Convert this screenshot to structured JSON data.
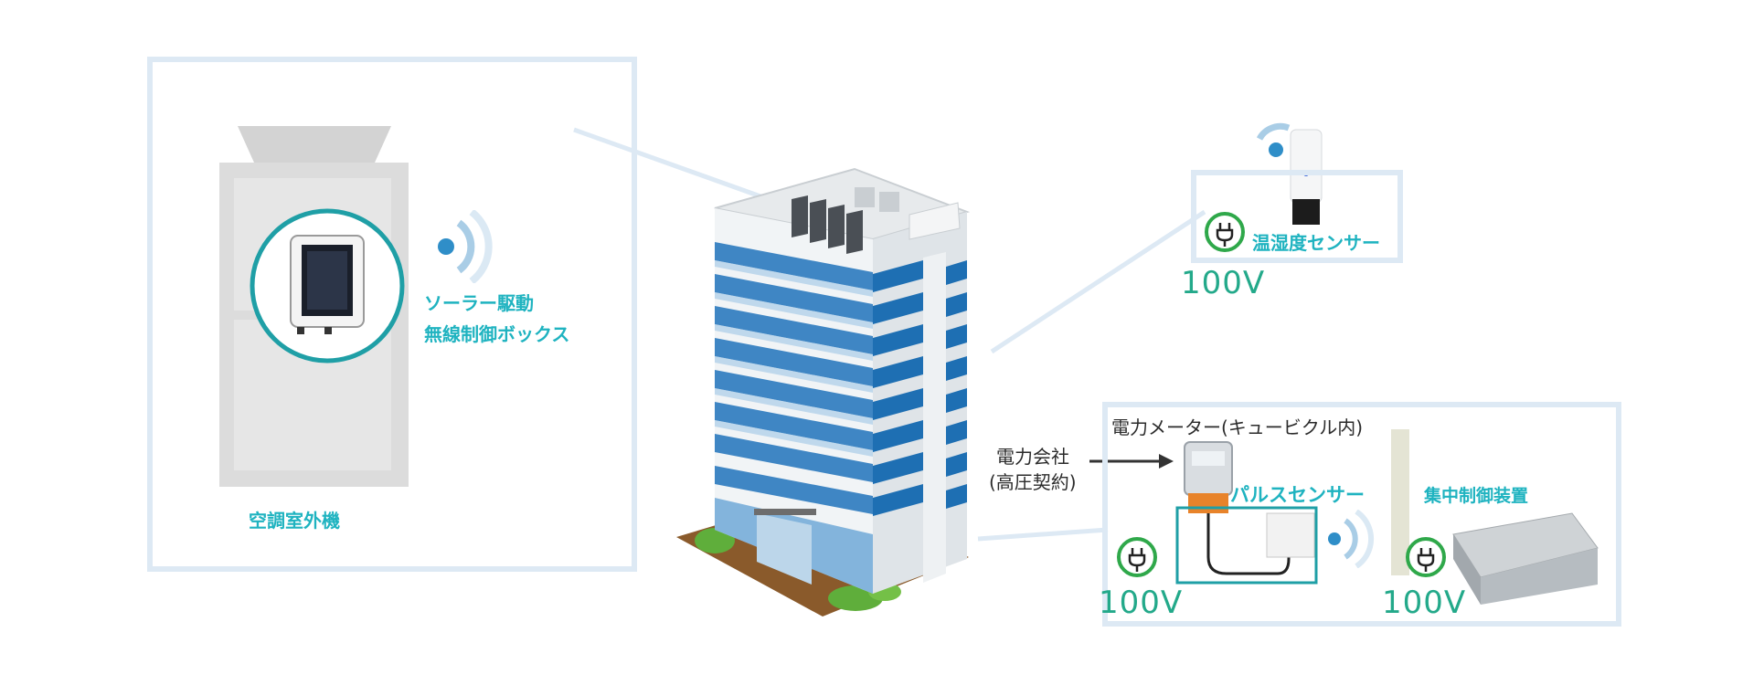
{
  "outdoor_panel": {
    "solar_box_line1": "ソーラー駆動",
    "solar_box_line2": "無線制御ボックス",
    "outdoor_unit_label": "空調室外機"
  },
  "sensor_panel": {
    "sensor_label": "温湿度センサー",
    "voltage": "100V"
  },
  "utility": {
    "line1": "電力会社",
    "line2": "(高圧契約)"
  },
  "meter_panel": {
    "meter_label": "電力メーター(キュービクル内)",
    "pulse_label": "パルスセンサー",
    "controller_label": "集中制御装置",
    "voltage_left": "100V",
    "voltage_right": "100V"
  },
  "icons": [
    "wifi-icon",
    "power-plug-icon"
  ],
  "colors": {
    "teal": "#1fb3c0",
    "panel_border": "#dde9f4",
    "plug_green": "#2fa84a",
    "voltage_green": "#23a98a"
  }
}
